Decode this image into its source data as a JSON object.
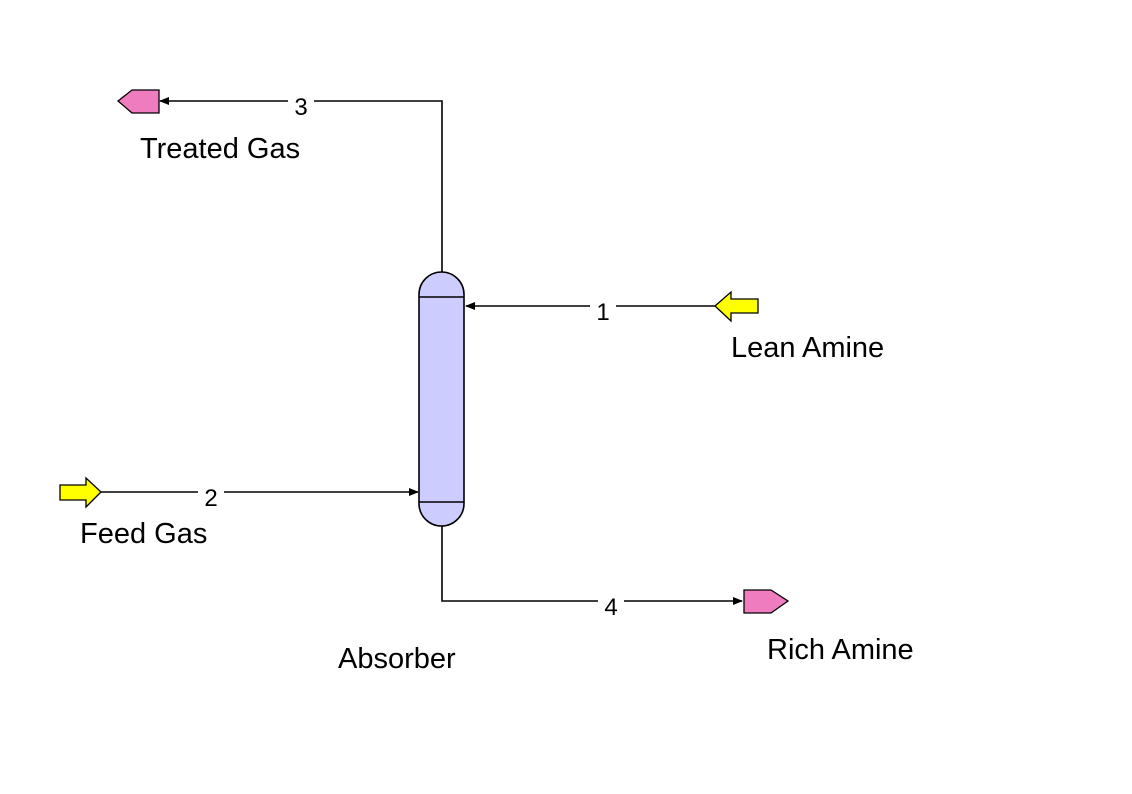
{
  "colors": {
    "feed_arrow": "#ffff00",
    "product_arrow": "#f07cc0",
    "column_fill": "#ccccff",
    "line": "#000000"
  },
  "units": {
    "absorber": {
      "name": "Absorber"
    }
  },
  "streams": [
    {
      "number": "1",
      "name": "Lean Amine"
    },
    {
      "number": "2",
      "name": "Feed Gas"
    },
    {
      "number": "3",
      "name": "Treated Gas"
    },
    {
      "number": "4",
      "name": "Rich Amine"
    }
  ]
}
